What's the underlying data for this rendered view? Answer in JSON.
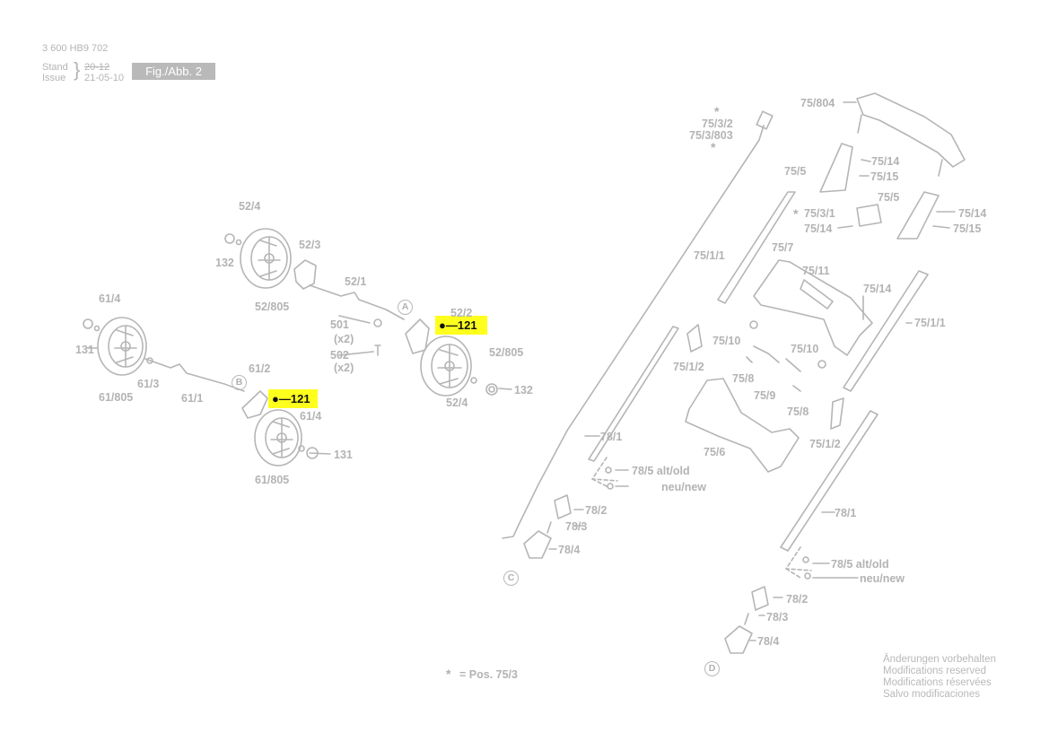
{
  "header": {
    "doc_number": "3 600 HB9 702",
    "stand_label": "Stand",
    "issue_label": "Issue",
    "old_date": "20-12",
    "new_date": "21-05-10",
    "figure_label": "Fig./Abb. 2"
  },
  "callout_circles": [
    "A",
    "B",
    "C",
    "D"
  ],
  "labels": {
    "l_52_4_top": "52/4",
    "l_132_top": "132",
    "l_52_3": "52/3",
    "l_52_805_top": "52/805",
    "l_52_1": "52/1",
    "l_501": "501",
    "l_x2_a": "(x2)",
    "l_502": "502",
    "l_x2_b": "(x2)",
    "l_52_2": "52/2",
    "l_52_805_right": "52/805",
    "l_132_right": "132",
    "l_52_4_bottom": "52/4",
    "l_61_4_left": "61/4",
    "l_131_left": "131",
    "l_61_805_left": "61/805",
    "l_61_3": "61/3",
    "l_61_1": "61/1",
    "l_61_2": "61/2",
    "l_61_4_right": "61/4",
    "l_131_right": "131",
    "l_61_805_bottom": "61/805",
    "l_75_804": "75/804",
    "l_75_3_2": "75/3/2",
    "l_75_3_803": "75/3/803",
    "l_75_5_a": "75/5",
    "l_75_14_a": "75/14",
    "l_75_15_a": "75/15",
    "l_75_5_b": "75/5",
    "l_75_3_1": "75/3/1",
    "l_75_14_b": "75/14",
    "l_75_14_c": "75/14",
    "l_75_15_b": "75/15",
    "l_75_1_1_left": "75/1/1",
    "l_75_7": "75/7",
    "l_75_11": "75/11",
    "l_75_14_d": "75/14",
    "l_75_1_1_right": "75/1/1",
    "l_75_10_a": "75/10",
    "l_75_10_b": "75/10",
    "l_75_1_2_left": "75/1/2",
    "l_75_8_a": "75/8",
    "l_75_9": "75/9",
    "l_75_8_b": "75/8",
    "l_75_1_2_right": "75/1/2",
    "l_75_6": "75/6",
    "l_78_1_left": "78/1",
    "l_78_5_left": "78/5 alt/old",
    "l_neu_left": "neu/new",
    "l_78_2_left": "78/2",
    "l_78_3_left": "78/3",
    "l_78_4_left": "78/4",
    "l_78_1_right": "78/1",
    "l_78_5_right": "78/5 alt/old",
    "l_neu_right": "neu/new",
    "l_78_2_right": "78/2",
    "l_78_3_right": "78/3",
    "l_78_4_right": "78/4"
  },
  "highlighted_parts": [
    {
      "label": "121",
      "highlight_color": "#ffff1e"
    },
    {
      "label": "121",
      "highlight_color": "#ffff1e"
    }
  ],
  "star_note": {
    "symbol": "*",
    "text": "= Pos. 75/3"
  },
  "footer_notes": [
    "Änderungen vorbehalten",
    "Modifications reserved",
    "Modifications réservées",
    "Salvo modificaciones"
  ],
  "colors": {
    "line_art": "#b5b5b5",
    "highlight": "#ffff1e",
    "figure_box": "#b9b9b9"
  }
}
